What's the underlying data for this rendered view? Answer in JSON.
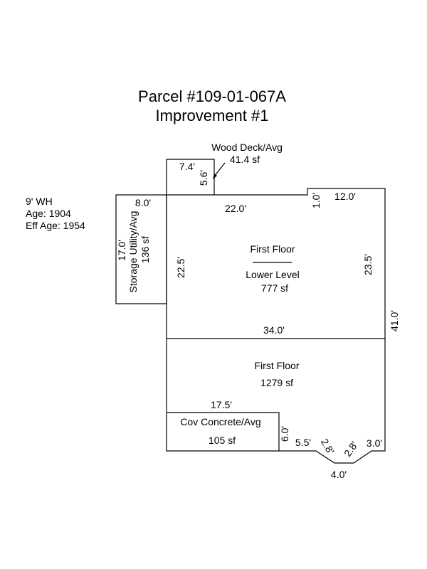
{
  "header": {
    "parcel": "Parcel #109-01-067A",
    "improvement": "Improvement #1"
  },
  "info": {
    "wall_height": "9' WH",
    "age": "Age: 1904",
    "eff_age": "Eff Age: 1954"
  },
  "areas": {
    "wood_deck": {
      "name": "Wood Deck/Avg",
      "area": "41.4 sf"
    },
    "storage": {
      "name": "Storage Utility/Avg",
      "area": "136 sf"
    },
    "lower_level": {
      "name1": "First Floor",
      "name2": "Lower Level",
      "area": "777 sf"
    },
    "first_floor": {
      "name": "First Floor",
      "area": "1279 sf"
    },
    "cov_concrete": {
      "name": "Cov Concrete/Avg",
      "area": "105 sf"
    }
  },
  "dimensions": {
    "deck_width": "7.4'",
    "deck_depth": "5.6'",
    "storage_width": "8.0'",
    "storage_depth": "17.0'",
    "upper_width": "22.0'",
    "step_height": "1.0'",
    "right_top_width": "12.0'",
    "left_upper_height": "22.5'",
    "right_upper_height": "23.5'",
    "overall_right_height": "41.0'",
    "divider_width": "34.0'",
    "porch_width": "17.5'",
    "porch_depth": "6.0'",
    "bottom_run": "5.5'",
    "bay_left_diag": "2.8'",
    "bay_right_diag": "2.8'",
    "bay_width": "4.0'",
    "bottom_right_run": "3.0'"
  }
}
